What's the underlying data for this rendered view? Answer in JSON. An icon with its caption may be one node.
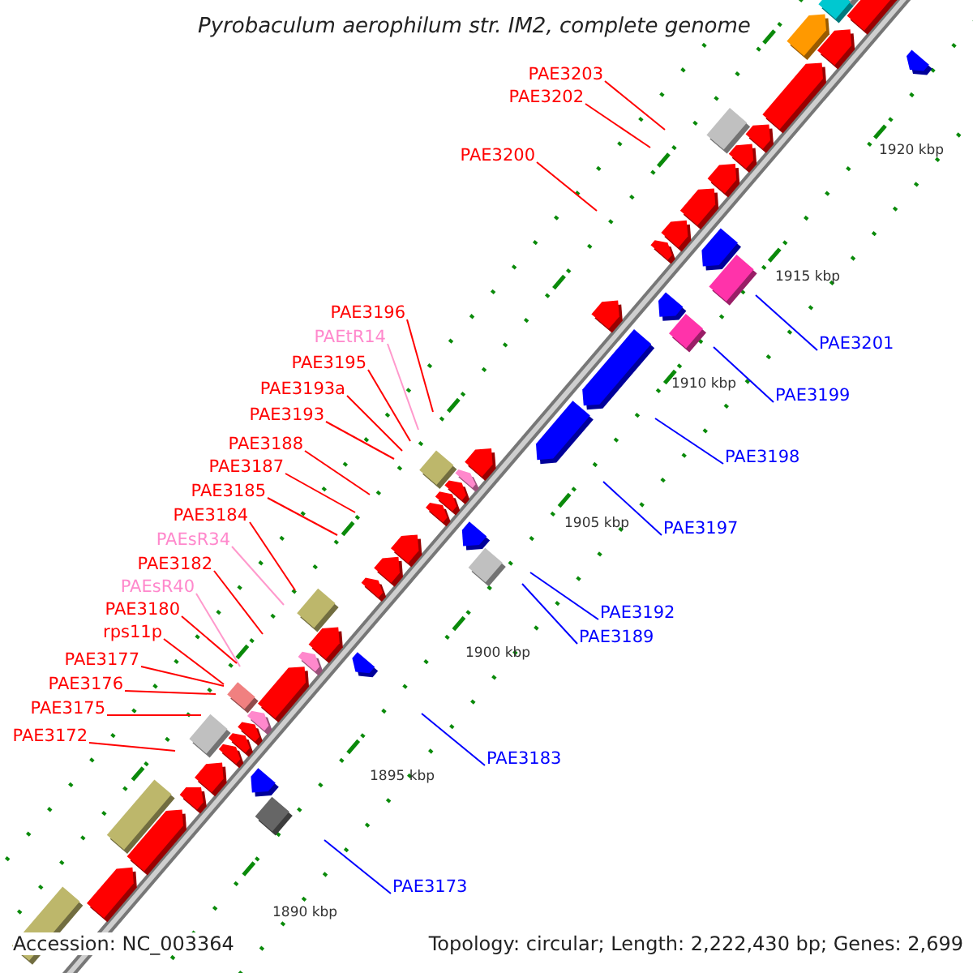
{
  "diagram": {
    "title": "Pyrobaculum aerophilum str. IM2, complete genome",
    "nodes": [
      {
        "text": [
          "PAE3203"
        ]
      },
      {
        "text": [
          "PAE3202"
        ]
      },
      {
        "text": [
          "PAE3200"
        ]
      },
      {
        "text": [
          "PAE3196"
        ]
      },
      {
        "text": [
          "PAEtR14"
        ]
      },
      {
        "text": [
          "PAE3195"
        ]
      },
      {
        "text": [
          "PAE3193a"
        ]
      },
      {
        "text": [
          "PAE3193"
        ]
      },
      {
        "text": [
          "PAE3188"
        ]
      },
      {
        "text": [
          "PAE3187"
        ]
      },
      {
        "text": [
          "PAE3185"
        ]
      },
      {
        "text": [
          "PAE3184"
        ]
      },
      {
        "text": [
          "PAEsR34"
        ]
      },
      {
        "text": [
          "PAE3182"
        ]
      },
      {
        "text": [
          "PAEsR40"
        ]
      },
      {
        "text": [
          "PAE3180"
        ]
      },
      {
        "text": [
          "rps11p"
        ]
      },
      {
        "text": [
          "PAE3177"
        ]
      },
      {
        "text": [
          "PAE3176"
        ]
      },
      {
        "text": [
          "PAE3175"
        ]
      },
      {
        "text": [
          "PAE3172"
        ]
      },
      {
        "text": [
          "PAE3201"
        ]
      },
      {
        "text": [
          "PAE3199"
        ]
      },
      {
        "text": [
          "PAE3198"
        ]
      },
      {
        "text": [
          "PAE3197"
        ]
      },
      {
        "text": [
          "PAE3192"
        ]
      },
      {
        "text": [
          "PAE3189"
        ]
      },
      {
        "text": [
          "PAE3183"
        ]
      },
      {
        "text": [
          "PAE3173"
        ]
      }
    ],
    "edges": [
      {
        "from": 0,
        "to": null,
        "arrow": "none"
      },
      {
        "from": 1,
        "to": null,
        "arrow": "none"
      },
      {
        "from": 2,
        "to": null,
        "arrow": "none"
      },
      {
        "from": 3,
        "to": null,
        "arrow": "none"
      },
      {
        "from": 4,
        "to": null,
        "arrow": "none",
        "color": "#ff99cc"
      },
      {
        "from": 5,
        "to": null,
        "arrow": "none"
      },
      {
        "from": 6,
        "to": null,
        "arrow": "none"
      },
      {
        "from": 7,
        "to": null,
        "arrow": "none"
      },
      {
        "from": 8,
        "to": null,
        "arrow": "none"
      },
      {
        "from": 9,
        "to": null,
        "arrow": "none"
      },
      {
        "from": 10,
        "to": null,
        "arrow": "none"
      },
      {
        "from": 11,
        "to": null,
        "arrow": "none"
      },
      {
        "from": 12,
        "to": null,
        "arrow": "none",
        "color": "#ff99cc"
      },
      {
        "from": 13,
        "to": null,
        "arrow": "none"
      },
      {
        "from": 14,
        "to": null,
        "arrow": "none",
        "color": "#ff99cc"
      },
      {
        "from": 15,
        "to": null,
        "arrow": "none"
      },
      {
        "from": 16,
        "to": null,
        "arrow": "none"
      },
      {
        "from": 17,
        "to": null,
        "arrow": "none"
      },
      {
        "from": 18,
        "to": null,
        "arrow": "none"
      },
      {
        "from": 19,
        "to": null,
        "arrow": "none"
      },
      {
        "from": 20,
        "to": null,
        "arrow": "none"
      },
      {
        "from": 21,
        "to": null,
        "arrow": "none",
        "color": "#0000ff"
      },
      {
        "from": 22,
        "to": null,
        "arrow": "none",
        "color": "#0000ff"
      },
      {
        "from": 23,
        "to": null,
        "arrow": "none",
        "color": "#0000ff"
      },
      {
        "from": 24,
        "to": null,
        "arrow": "none",
        "color": "#0000ff"
      },
      {
        "from": 25,
        "to": null,
        "arrow": "none",
        "color": "#0000ff"
      },
      {
        "from": 26,
        "to": null,
        "arrow": "none",
        "color": "#0000ff"
      },
      {
        "from": 27,
        "to": null,
        "arrow": "none",
        "color": "#0000ff"
      },
      {
        "from": 28,
        "to": null,
        "arrow": "none",
        "color": "#0000ff"
      }
    ],
    "labels": [
      "1920 kbp",
      "1915 kbp",
      "1910 kbp",
      "1905 kbp",
      "1900 kbp",
      "1895 kbp",
      "1890 kbp",
      "Accession: NC_003364",
      "Topology: circular; Length: 2,222,430 bp; Genes: 2,699"
    ]
  }
}
